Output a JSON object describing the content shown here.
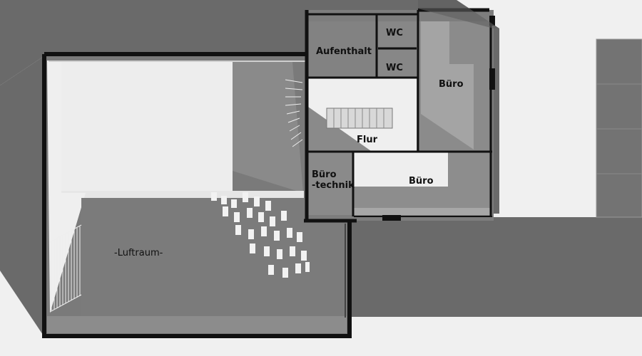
{
  "plan": {
    "rooms": [
      {
        "id": "aufenthalt",
        "label": "Aufenthalt"
      },
      {
        "id": "wc-upper",
        "label": "WC"
      },
      {
        "id": "wc-lower",
        "label": "WC"
      },
      {
        "id": "buero-east",
        "label": "Büro"
      },
      {
        "id": "flur",
        "label": "Flur"
      },
      {
        "id": "buero-technik",
        "label": "Büro\n-technik"
      },
      {
        "id": "buero-south",
        "label": "Büro"
      },
      {
        "id": "luftraum",
        "label": "-Luftraum-"
      }
    ]
  }
}
